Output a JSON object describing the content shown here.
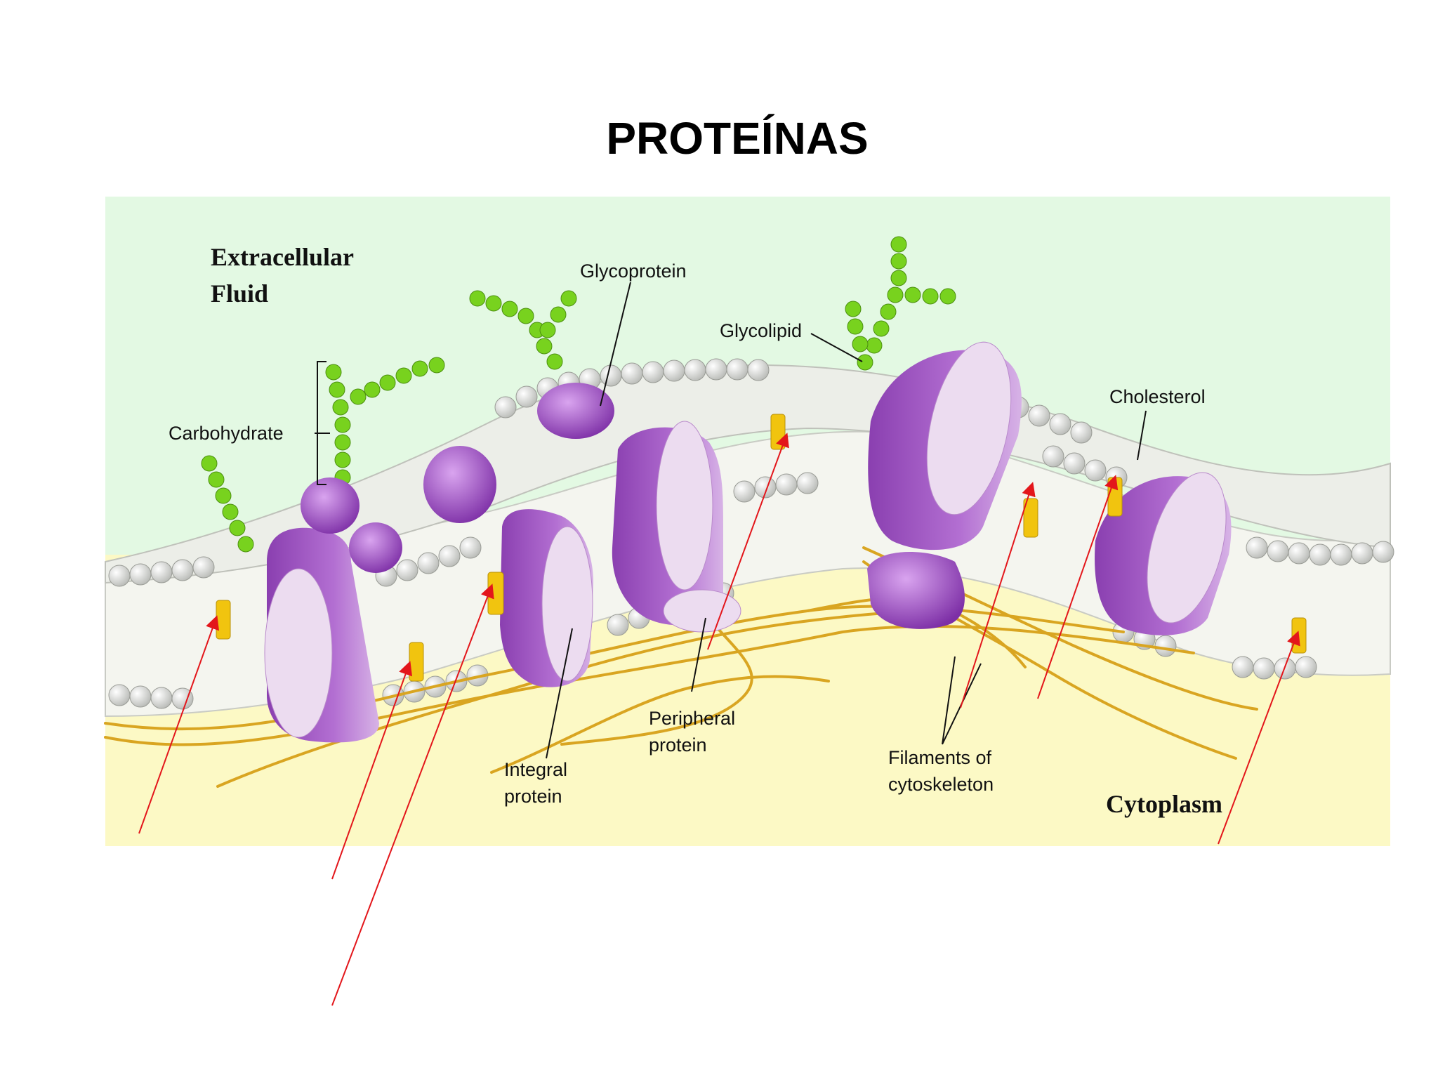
{
  "title": "PROTEÍNAS",
  "labels": {
    "extracellular_line1": "Extracellular",
    "extracellular_line2": "Fluid",
    "glycoprotein": "Glycoprotein",
    "glycolipid": "Glycolipid",
    "carbohydrate": "Carbohydrate",
    "cholesterol": "Cholesterol",
    "peripheral_line1": "Peripheral",
    "peripheral_line2": "protein",
    "integral_line1": "Integral",
    "integral_line2": "protein",
    "filaments_line1": "Filaments of",
    "filaments_line2": "cytoskeleton",
    "cytoplasm": "Cytoplasm"
  },
  "colors": {
    "extracellular_bg": "#e3f9e3",
    "cytoplasm_bg": "#fcf9c5",
    "protein": "#a55fc6",
    "protein_face": "#ecdcf0",
    "carbohydrate": "#78d21e",
    "cholesterol": "#f1c40f",
    "filament": "#d9a521",
    "arrow": "#e3161b"
  }
}
